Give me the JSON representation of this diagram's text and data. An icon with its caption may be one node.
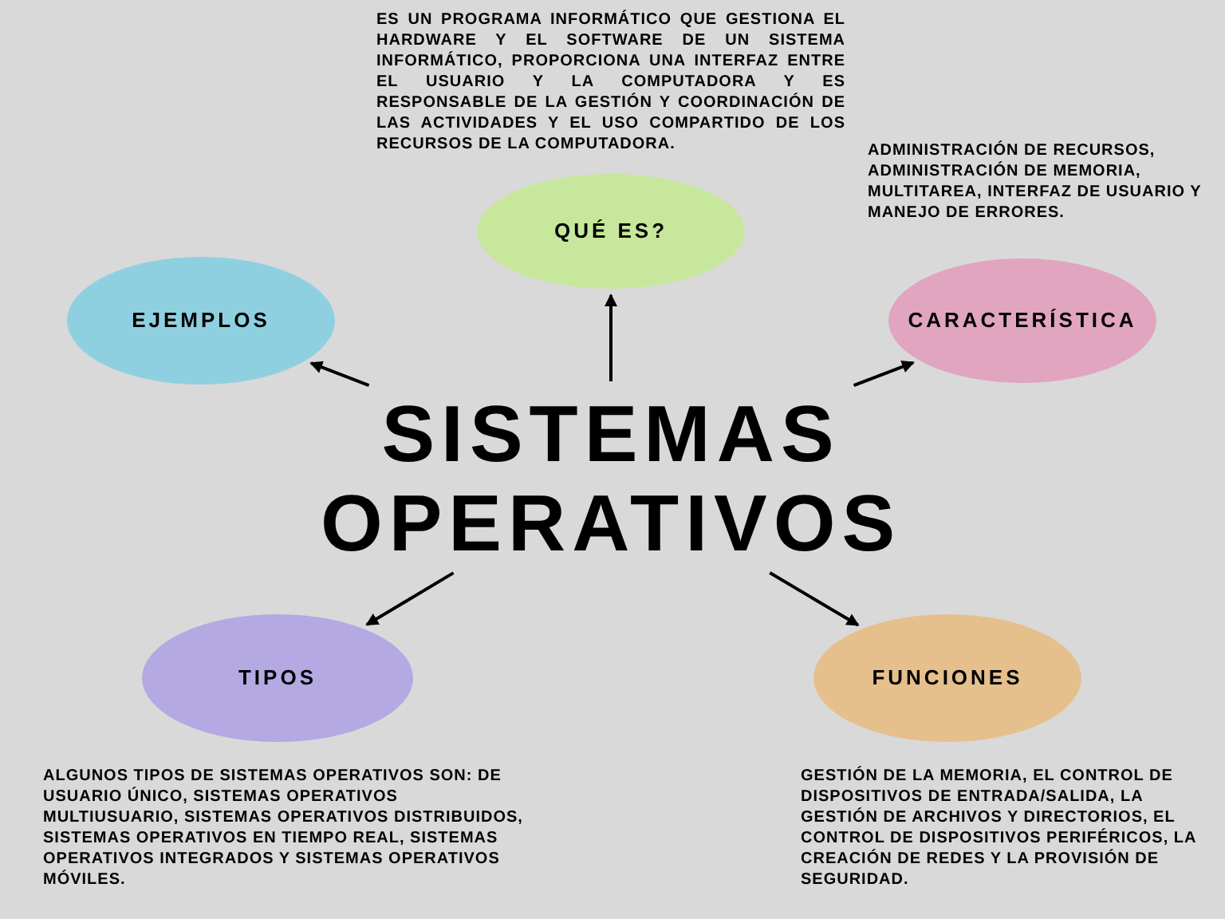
{
  "diagram": {
    "nodes": [
      {
        "text": [
          "SISTEMAS OPERATIVOS"
        ]
      },
      {
        "text": [
          "QUÉ ES?"
        ],
        "beside": [
          "ES UN PROGRAMA INFORMÁTICO QUE GESTIONA EL HARDWARE Y EL SOFTWARE DE UN SISTEMA INFORMÁTICO, PROPORCIONA UNA INTERFAZ ENTRE EL USUARIO Y LA COMPUTADORA Y ES RESPONSABLE DE LA GESTIÓN Y COORDINACIÓN DE LAS ACTIVIDADES Y EL USO COMPARTIDO DE LOS RECURSOS DE LA COMPUTADORA."
        ]
      },
      {
        "text": [
          "EJEMPLOS"
        ]
      },
      {
        "text": [
          "CARACTERÍSTICA"
        ],
        "beside": [
          "ADMINISTRACIÓN DE RECURSOS, ADMINISTRACIÓN DE MEMORIA, MULTITAREA, INTERFAZ DE USUARIO Y MANEJO DE ERRORES."
        ]
      },
      {
        "text": [
          "TIPOS"
        ],
        "beside": [
          "ALGUNOS TIPOS DE SISTEMAS OPERATIVOS SON: DE USUARIO ÚNICO, SISTEMAS OPERATIVOS MULTIUSUARIO, SISTEMAS OPERATIVOS DISTRIBUIDOS, SISTEMAS OPERATIVOS EN TIEMPO REAL, SISTEMAS OPERATIVOS INTEGRADOS Y SISTEMAS OPERATIVOS MÓVILES."
        ]
      },
      {
        "text": [
          "FUNCIONES"
        ],
        "beside": [
          "GESTIÓN DE LA MEMORIA, EL CONTROL DE DISPOSITIVOS DE ENTRADA/SALIDA, LA GESTIÓN DE ARCHIVOS Y DIRECTORIOS, EL CONTROL DE DISPOSITIVOS PERIFÉRICOS, LA CREACIÓN DE REDES Y LA PROVISIÓN DE SEGURIDAD."
        ]
      }
    ],
    "edges": [
      {
        "from": 0,
        "to": 1,
        "arrow": "to"
      },
      {
        "from": 0,
        "to": 2,
        "arrow": "to"
      },
      {
        "from": 0,
        "to": 3,
        "arrow": "to"
      },
      {
        "from": 0,
        "to": 4,
        "arrow": "to"
      },
      {
        "from": 0,
        "to": 5,
        "arrow": "to"
      }
    ]
  }
}
